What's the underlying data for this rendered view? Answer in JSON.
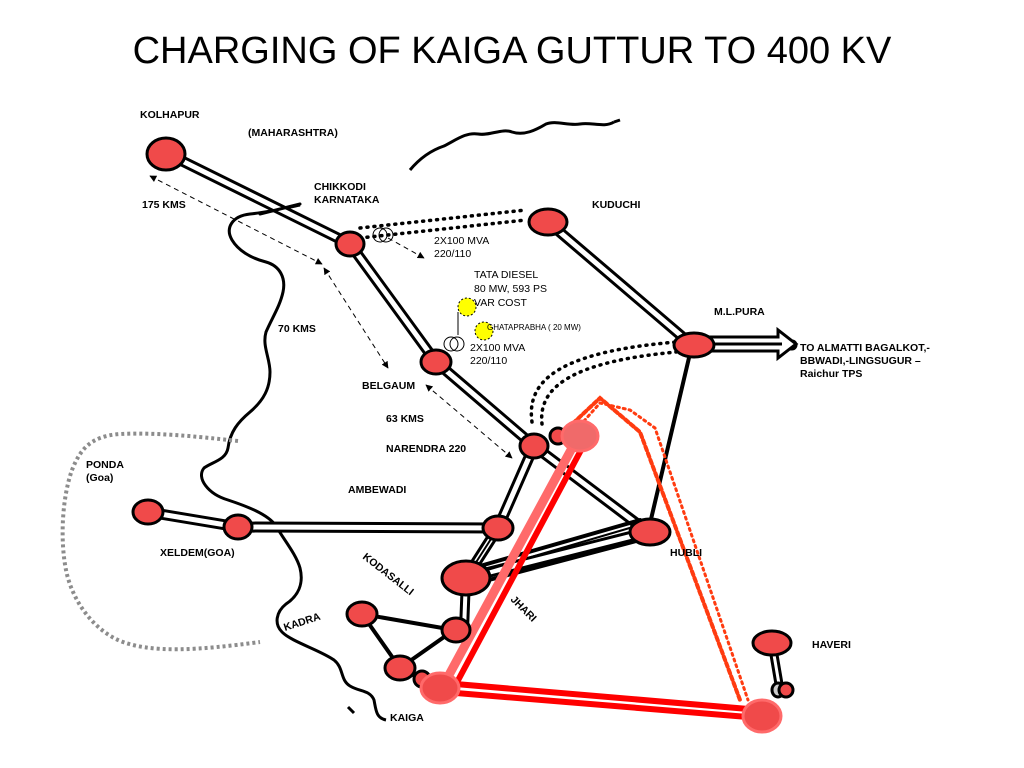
{
  "title": "CHARGING OF KAIGA GUTTUR TO 400 KV",
  "labels": {
    "kolhapur": "KOLHAPUR",
    "maharashtra": "(MAHARASHTRA)",
    "chikkodi": "CHIKKODI",
    "karnataka": "KARNATAKA",
    "kuduchi": "KUDUCHI",
    "kms175": "175 KMS",
    "mva1_a": "2X100 MVA",
    "mva1_b": "220/110",
    "tata_a": "TATA DIESEL",
    "tata_b": "80 MW, 593 PS",
    "tata_c": "VAR COST",
    "ghataprabha": "GHATAPRABHA ( 20 MW)",
    "mva2_a": "2X100 MVA",
    "mva2_b": "220/110",
    "mlpura": "M.L.PURA",
    "almatti_a": "TO ALMATTI BAGALKOT,-",
    "almatti_b": "BBWADI,-LINGSUGUR –",
    "almatti_c": "Raichur TPS",
    "kms70": "70 KMS",
    "belgaum": "BELGAUM",
    "kms63": "63 KMS",
    "narendra": "NARENDRA 220",
    "ponda_a": "PONDA",
    "ponda_b": "(Goa)",
    "ambewadi": "AMBEWADI",
    "xeldem": "XELDEM(GOA)",
    "hubli": "HUBLI",
    "kodasalli": "KODASALLI",
    "jhari": "JHARI",
    "kadra": "KADRA",
    "haveri": "HAVERI",
    "kaiga": "KAIGA"
  },
  "colors": {
    "node_fill": "#f04a4a",
    "line_400kv": "#ff0000",
    "line_400kv_light": "#ff6a6a",
    "proposed_dotted": "#ff3b10",
    "boundary_grey": "#8c8c8c",
    "generator_yellow": "#ffff00"
  }
}
